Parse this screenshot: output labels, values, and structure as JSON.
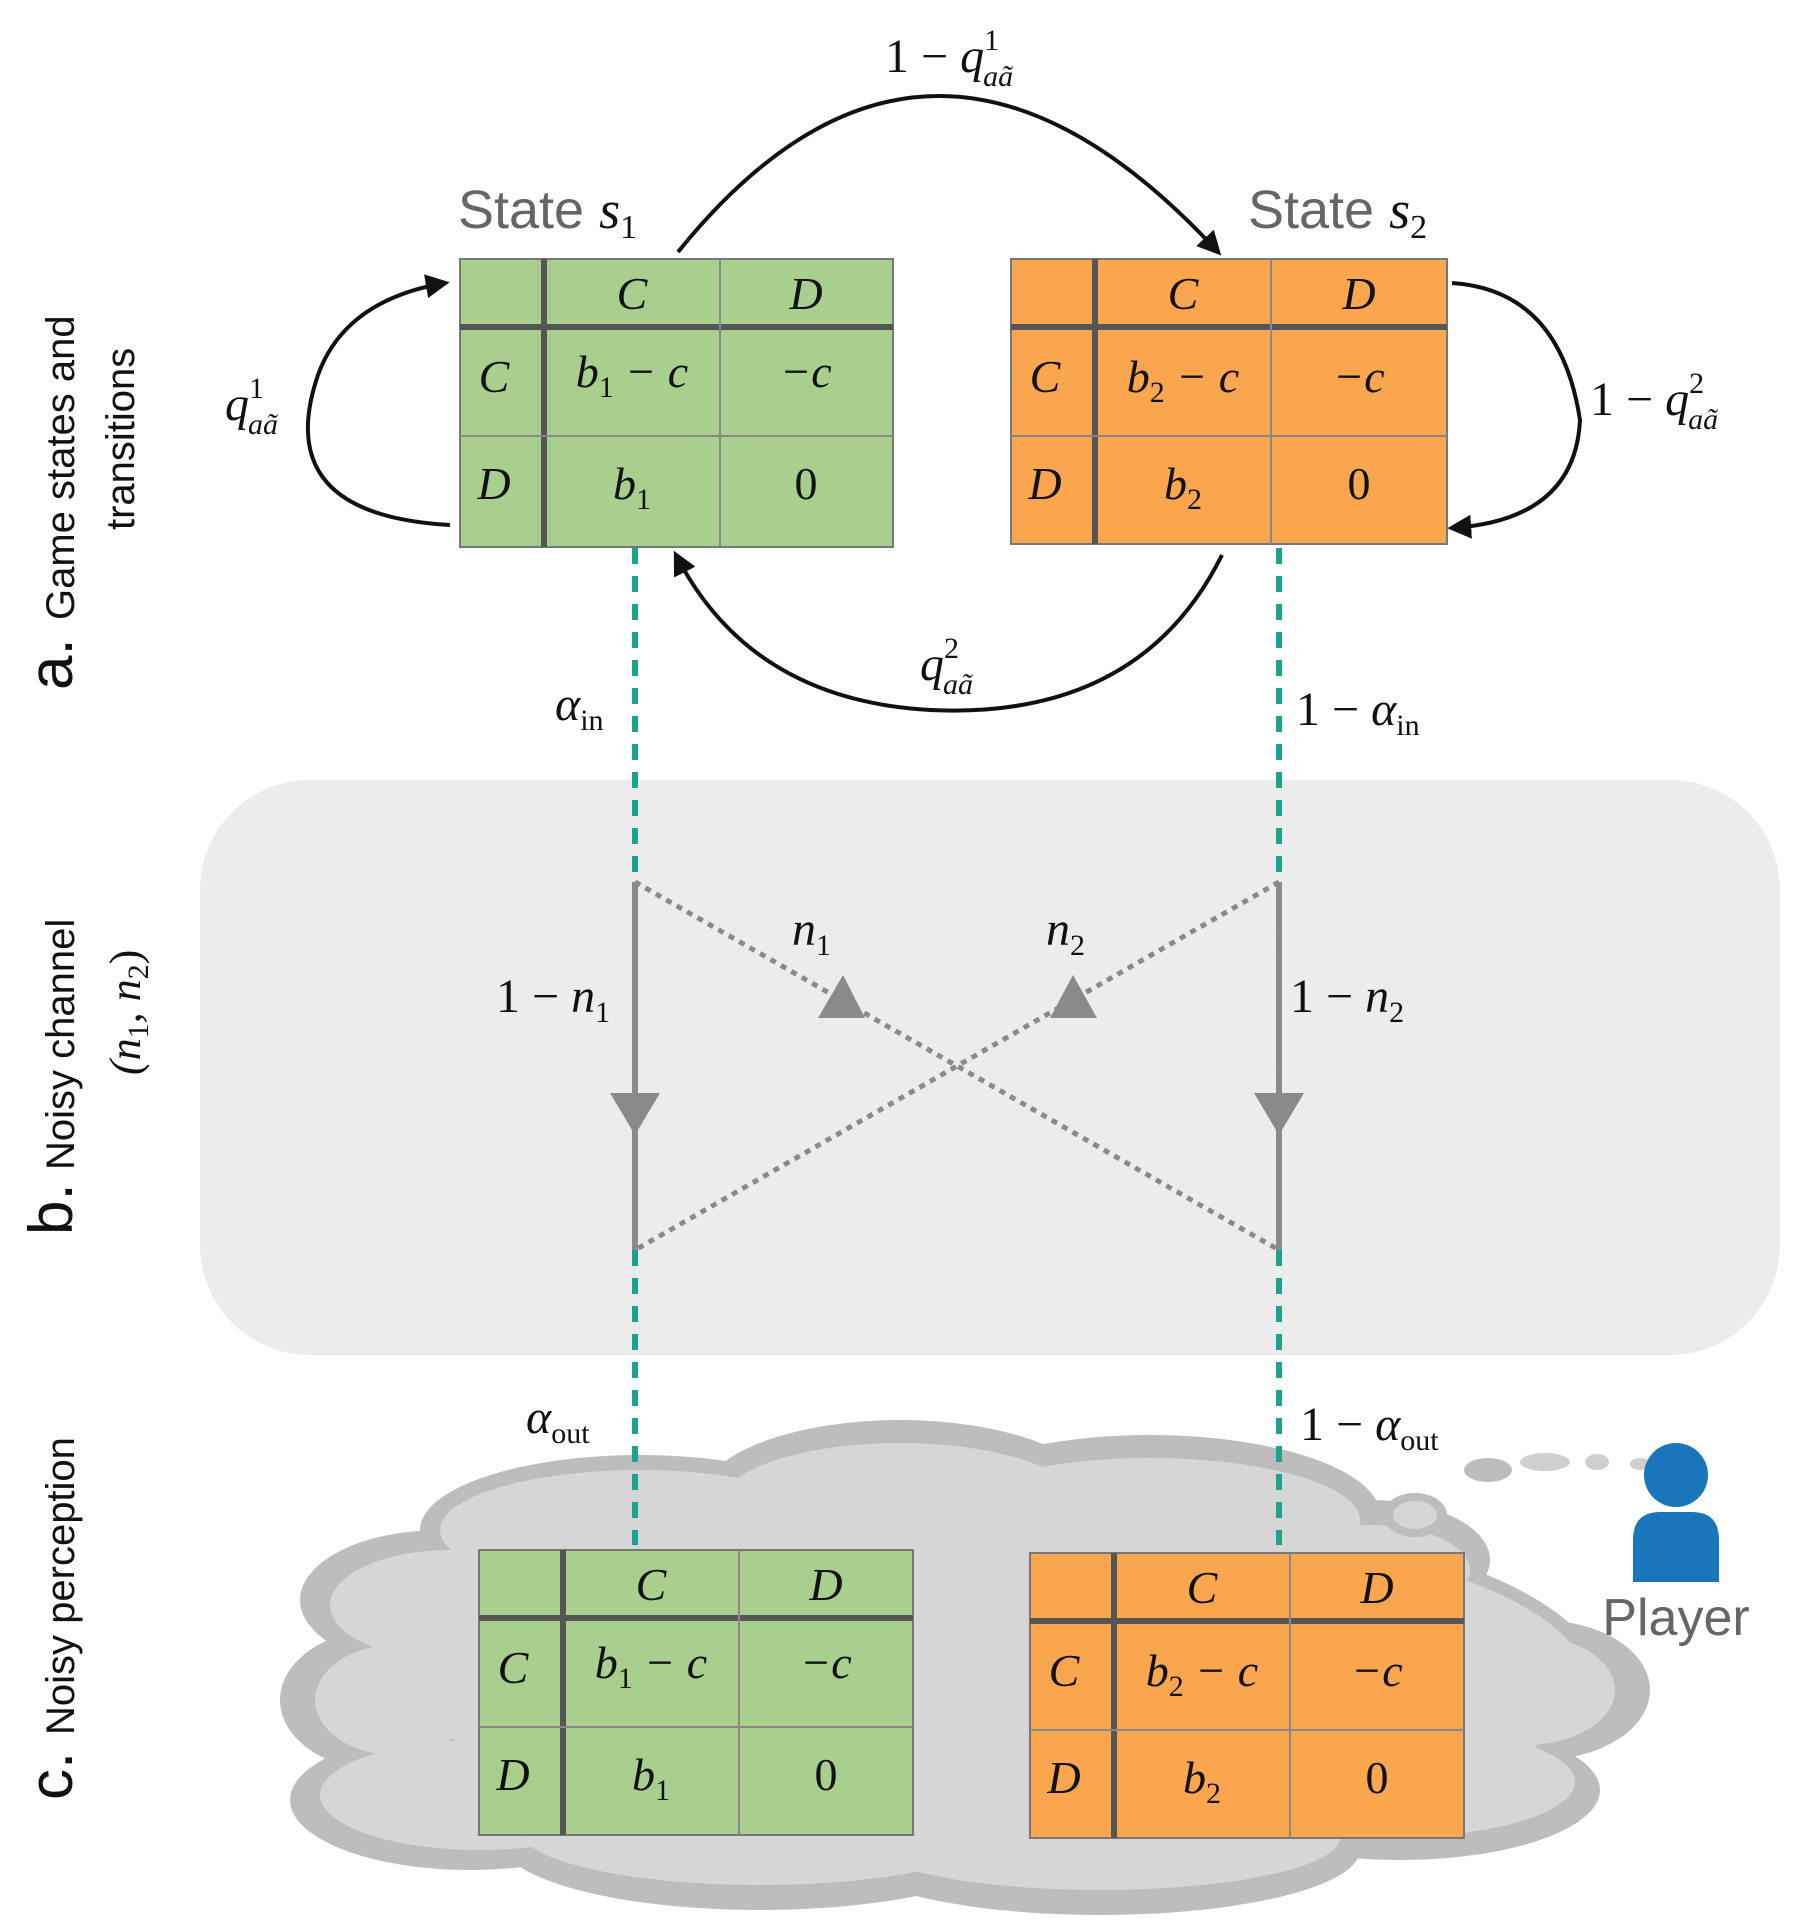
{
  "sections": {
    "a": {
      "letter": "a.",
      "label_line1": "Game states and",
      "label_line2": "transitions"
    },
    "b": {
      "letter": "b.",
      "label": "Noisy channel",
      "param": "(n",
      "param_sub1": "1",
      "param_mid": ", n",
      "param_sub2": "2",
      "param_end": ")"
    },
    "c": {
      "letter": "c.",
      "label": "Noisy perception"
    }
  },
  "states": {
    "s1": {
      "label": "State ",
      "symbol": "s",
      "sub": "1",
      "color": "#a9cf8e"
    },
    "s2": {
      "label": "State ",
      "symbol": "s",
      "sub": "2",
      "color": "#f9a64e"
    }
  },
  "payoff_header": {
    "col1": "C",
    "col2": "D",
    "row1": "C",
    "row2": "D"
  },
  "payoffs": {
    "s1": {
      "cc_b": "b",
      "cc_sub": "1",
      "cc_rest": " − c",
      "cd": "−c",
      "dc_b": "b",
      "dc_sub": "1",
      "dd": "0"
    },
    "s2": {
      "cc_b": "b",
      "cc_sub": "2",
      "cc_rest": " − c",
      "cd": "−c",
      "dc_b": "b",
      "dc_sub": "2",
      "dd": "0"
    }
  },
  "transitions": {
    "top": {
      "pre": "1 − ",
      "q": "q",
      "sup": "1",
      "sub": "aã"
    },
    "left": {
      "q": "q",
      "sup": "1",
      "sub": "aã"
    },
    "right": {
      "pre": "1 − ",
      "q": "q",
      "sup": "2",
      "sub": "aã"
    },
    "bottom": {
      "q": "q",
      "sup": "2",
      "sub": "aã"
    }
  },
  "alpha_in": {
    "left_sym": "α",
    "left_sub": "in",
    "right_pre": "1 − ",
    "right_sym": "α",
    "right_sub": "in"
  },
  "alpha_out": {
    "left_sym": "α",
    "left_sub": "out",
    "right_pre": "1 − ",
    "right_sym": "α",
    "right_sub": "out"
  },
  "noise": {
    "n1": {
      "sym": "n",
      "sub": "1"
    },
    "n2": {
      "sym": "n",
      "sub": "2"
    },
    "keep1": {
      "pre": "1 − ",
      "sym": "n",
      "sub": "1"
    },
    "keep2": {
      "pre": "1 − ",
      "sym": "n",
      "sub": "2"
    }
  },
  "player": {
    "label": "Player",
    "color": "#1a75bb"
  },
  "colors": {
    "teal": "#1aa391",
    "gray_arrow": "#8a8a8a",
    "cloud": "#cfcfcf",
    "channel": "#e6e6e6"
  }
}
